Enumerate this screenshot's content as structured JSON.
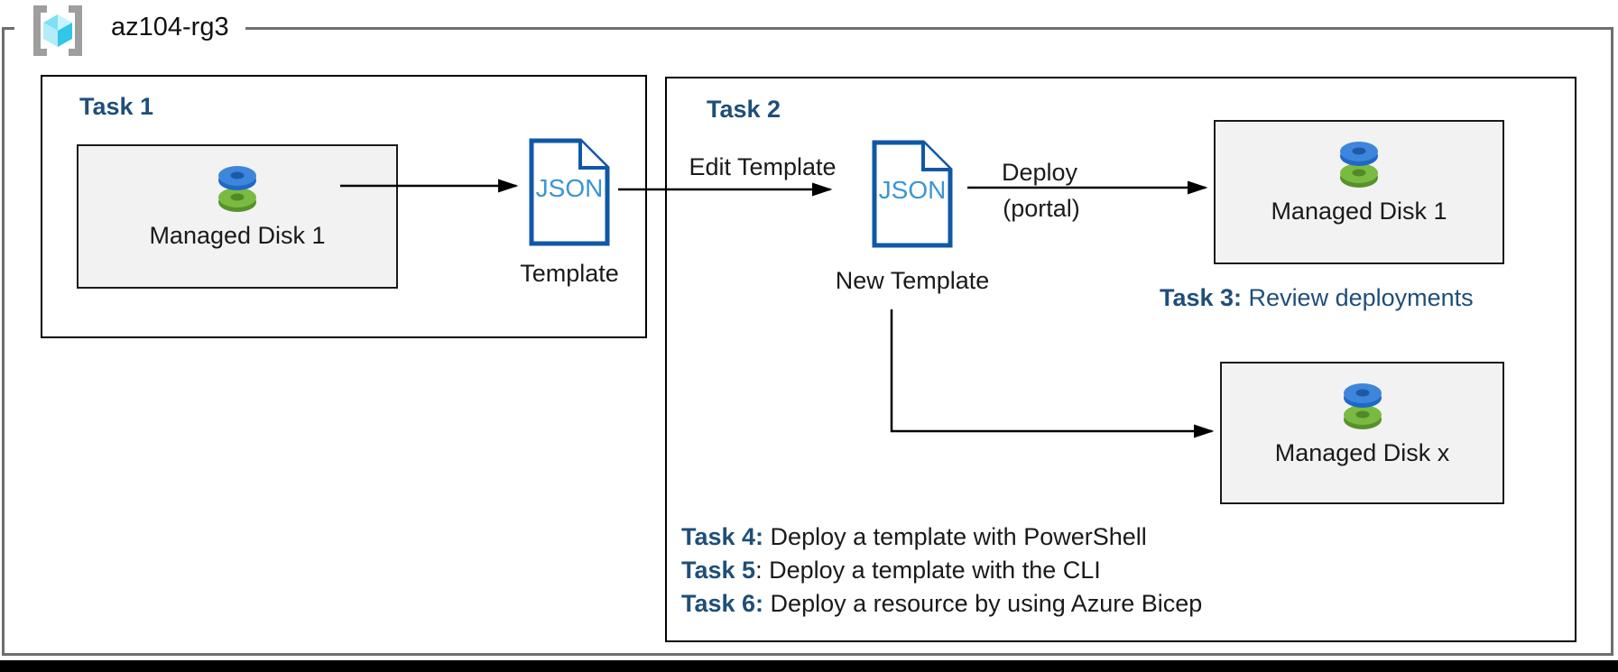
{
  "resource_group": {
    "name": "az104-rg3"
  },
  "task1": {
    "title": "Task 1",
    "disk_box": {
      "label": "Managed Disk 1"
    },
    "template_icon_text": "JSON",
    "template_label": "Template"
  },
  "task2": {
    "title": "Task 2",
    "edit_arrow_label": "Edit Template",
    "new_template_icon_text": "JSON",
    "new_template_label": "New Template",
    "deploy_label": "Deploy",
    "deploy_sublabel": "(portal)",
    "disk_box_top": {
      "label": "Managed Disk 1"
    },
    "disk_box_bottom": {
      "label": "Managed Disk x"
    },
    "task3": {
      "prefix": "Task 3:",
      "text": " Review deployments"
    },
    "task4": {
      "prefix": "Task 4:",
      "text": " Deploy a template with PowerShell"
    },
    "task5": {
      "prefix": "Task 5",
      "text": ": Deploy a template with the CLI"
    },
    "task6": {
      "prefix": "Task 6:",
      "text": " Deploy a resource by using Azure Bicep"
    }
  },
  "colors": {
    "heading_navy": "#1F4E79",
    "json_outline": "#1058A7",
    "json_text": "#3A96D5",
    "disk_blue": "#3E86DB",
    "disk_green": "#7ABA40",
    "box_fill": "#F2F2F2",
    "rg_border": "#6E6E6E"
  }
}
